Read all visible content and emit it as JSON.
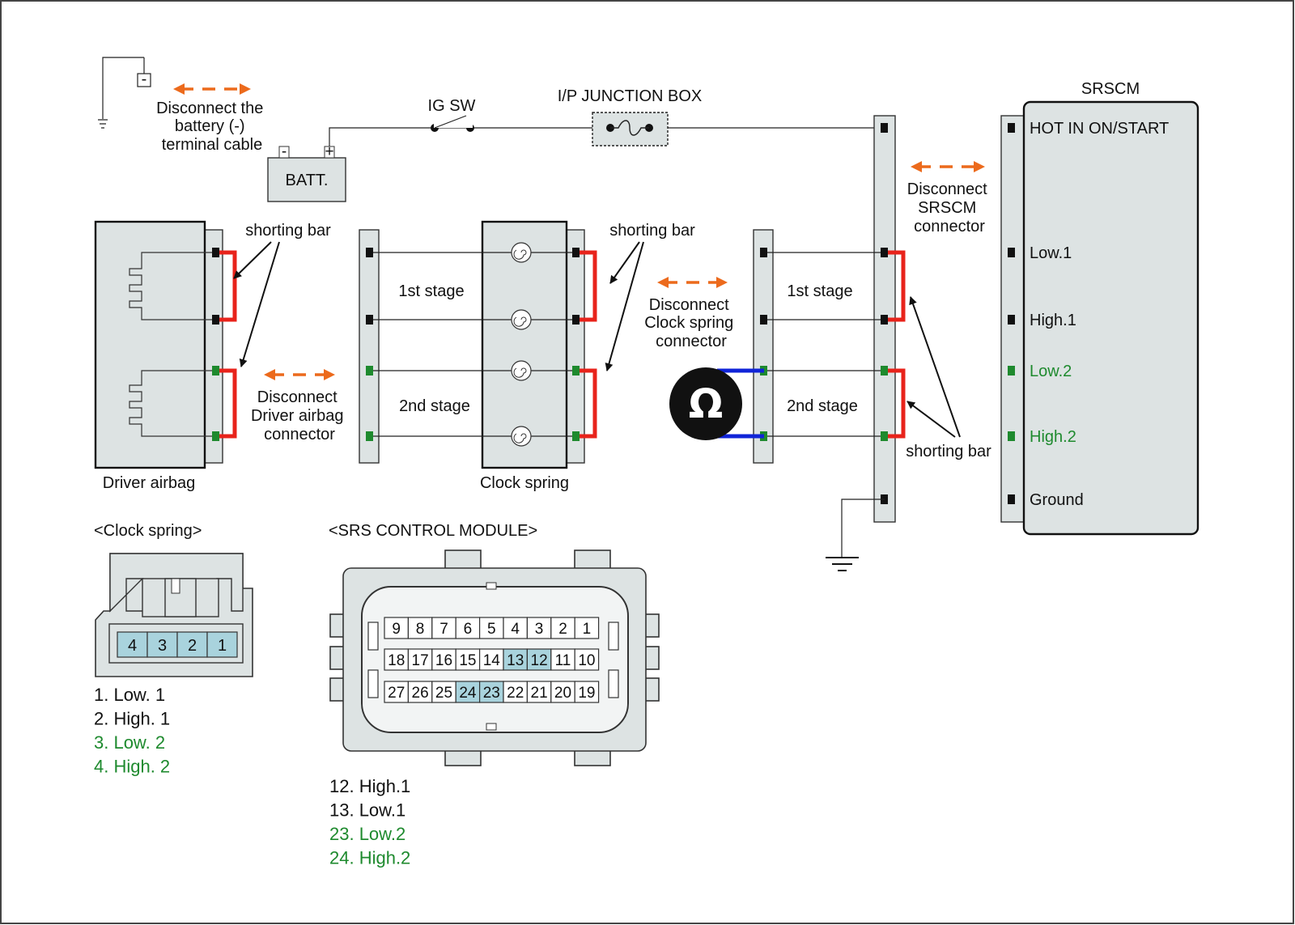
{
  "labels": {
    "disconnect_battery": [
      "Disconnect the",
      "battery (-)",
      "terminal cable"
    ],
    "ig_sw": "IG SW",
    "ip_junction_box": "I/P JUNCTION BOX",
    "batt": "BATT.",
    "batt_minus": "-",
    "batt_plus": "+",
    "ground_minus": "-",
    "srscm_title": "SRSCM",
    "disconnect_srscm": [
      "Disconnect",
      "SRSCM",
      "connector"
    ],
    "shorting_bar": "shorting bar",
    "first_stage": "1st stage",
    "second_stage": "2nd stage",
    "disconnect_clock_spring": [
      "Disconnect",
      "Clock spring",
      "connector"
    ],
    "disconnect_driver_airbag": [
      "Disconnect",
      "Driver airbag",
      "connector"
    ],
    "driver_airbag": "Driver airbag",
    "clock_spring": "Clock spring",
    "ohm_symbol": "Ω"
  },
  "srscm_pins": [
    {
      "label": "HOT IN ON/START",
      "color": "#111111"
    },
    {
      "label": "Low.1",
      "color": "#111111"
    },
    {
      "label": "High.1",
      "color": "#111111"
    },
    {
      "label": "Low.2",
      "color": "#1e8a2e"
    },
    {
      "label": "High.2",
      "color": "#1e8a2e"
    },
    {
      "label": "Ground",
      "color": "#111111"
    }
  ],
  "clock_spring_connector": {
    "title": "<Clock spring>",
    "pins": [
      "4",
      "3",
      "2",
      "1"
    ],
    "legend": [
      {
        "text": "1. Low. 1",
        "color": "#111111"
      },
      {
        "text": "2. High. 1",
        "color": "#111111"
      },
      {
        "text": "3. Low. 2",
        "color": "#1e8a2e"
      },
      {
        "text": "4. High. 2",
        "color": "#1e8a2e"
      }
    ]
  },
  "srs_control_module": {
    "title": "<SRS CONTROL MODULE>",
    "rows": [
      [
        "9",
        "8",
        "7",
        "6",
        "5",
        "4",
        "3",
        "2",
        "1"
      ],
      [
        "18",
        "17",
        "16",
        "15",
        "14",
        "13",
        "12",
        "11",
        "10"
      ],
      [
        "27",
        "26",
        "25",
        "24",
        "23",
        "22",
        "21",
        "20",
        "19"
      ]
    ],
    "highlighted": [
      "13",
      "12",
      "24",
      "23"
    ],
    "legend": [
      {
        "text": "12. High.1",
        "color": "#111111"
      },
      {
        "text": "13. Low.1",
        "color": "#111111"
      },
      {
        "text": "23. Low.2",
        "color": "#1e8a2e"
      },
      {
        "text": "24. High.2",
        "color": "#1e8a2e"
      }
    ]
  },
  "colors": {
    "shorting_bar": "#e8231b",
    "meter_leads": "#1024d8",
    "disconnect_arrows": "#ec6a1c",
    "stage2_pins": "#1e8a2e",
    "highlight_pins": "#a9d3dd",
    "component_fill": "#dde3e3"
  }
}
